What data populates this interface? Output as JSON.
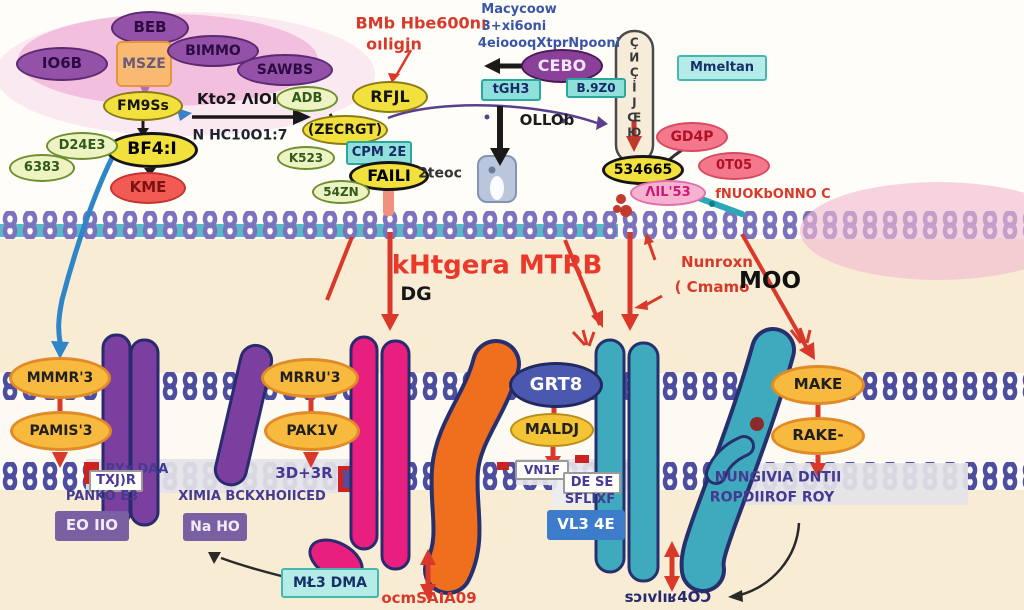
{
  "colors": {
    "background_top": "#fffdf8",
    "background_cytoplasm": "#f8ecd4",
    "membrane_bead_upper": "#7b74bd",
    "membrane_bead_lower": "#4e4e9e",
    "membrane_teal_band": "#2fa9bb",
    "accent_red": "#d8392b",
    "accent_blue_arrow": "#2e86c8",
    "receptor_purple": "#7b3fa0",
    "receptor_magenta": "#e81f7f",
    "receptor_orange": "#ef6f1f",
    "receptor_teal": "#3fa9bd",
    "pink_glow": "#f2b9d2"
  },
  "top": {
    "beb": "BEB",
    "io6b": "IO6B",
    "msze": "MSZE",
    "bimmo": "BIMMO",
    "sawbs": "SAWBS",
    "fm9ss": "FM9Ss",
    "bf4i": "BF4:I",
    "d24e3": "D24E3",
    "g6383": "6383",
    "kme": "KME",
    "arrow_label_1": "Kto2 ΛIOIA",
    "arrow_label_2": "N HC10O1:7",
    "adb": "ADB",
    "red_note_1": "BMb Hbe600nı",
    "red_note_2": "oıligjn",
    "rfjl": "RFJL",
    "zecrgt": "(ZECRGT)",
    "k523": "K523",
    "cpm2e": "CPM 2E",
    "faili": "FAILI",
    "s4zn": "54ZN",
    "steoc": "2teoc",
    "blue_note_1": "Macycoow",
    "blue_note_2": "3+xi6oni",
    "blue_note_3": "4eioooqXtprNpooni",
    "cebo": "CEBO",
    "tgh3": "tGH3",
    "b9z0": "B.9Z0",
    "ollob": "OLLOb",
    "capsule": "ÇИÇİJŒЮ",
    "mmeltan": "Mmeltan",
    "s534665": "534665",
    "gd4p": "GD4P",
    "t05": "0T05",
    "ails3": "ΛIL'53",
    "red_note_3": "fNUOKbONNO C"
  },
  "mid": {
    "khtgera": "kHtgera MTRB",
    "dg": "DG",
    "nunroxn": "Nunroxn",
    "cmmo": "( Cmamo",
    "moo": "MOO"
  },
  "receptors": {
    "mmmr3": "MMMR'3",
    "pams3": "PAMIS'3",
    "mrry3": "MRRU'3",
    "pak1v": "PAK1V",
    "grt8": "GRT8",
    "maldj": "MALDJ",
    "make": "MAKE",
    "rake": "RAKE-"
  },
  "bottom": {
    "rxdaa": "RYx DAA",
    "txjdr": "TXJ)R",
    "panko": "PANKO E3",
    "d43r": "3D+3R",
    "ximia": "XIMIA BCKXHOIICED",
    "eoio": "EO IIO",
    "naho": "Na HO",
    "vn1f": "VN1F",
    "dese": "DE SE",
    "sflixf": "SFLIXF",
    "vl34e": "VL3 4E",
    "nungivia": "NUNGIVIA DNTII",
    "ropdiirof": "ROPDIIROF ROY"
  },
  "foot": {
    "ml3dm": "MŁ3 DMA",
    "ocmsa": "ocmSAIA09",
    "consivl": "sɔıvlıʁ4OƆ"
  }
}
